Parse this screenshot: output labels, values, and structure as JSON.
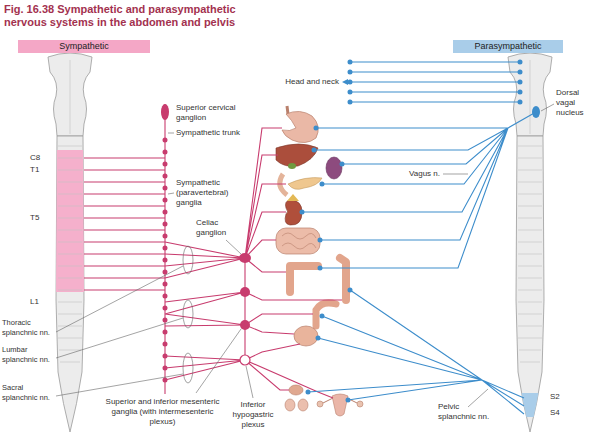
{
  "diagram": {
    "title": "Fig. 16.38 Sympathetic and parasympathetic nervous systems in the abdomen and pelvis",
    "nodes": [
      {
        "text": [
          "Sympathetic"
        ]
      },
      {
        "text": [
          "Parasympathetic"
        ]
      }
    ],
    "labels": [
      "Superior cervical ganglion",
      "Sympathetic trunk",
      "Sympathetic (paravertebral) ganglia",
      "C8",
      "T1",
      "T5",
      "L1",
      "Thoracic splanchnic nn.",
      "Lumbar splanchnic nn.",
      "Sacral splanchnic nn.",
      "Celiac ganglion",
      "Superior and inferior mesenteric ganglia (with intermesenteric plexus)",
      "Inferior hypogastric plexus",
      "Head and neck",
      "Vagus n.",
      "Dorsal vagal nucleus",
      "S2",
      "S4",
      "Pelvic splanchnic nn."
    ]
  }
}
